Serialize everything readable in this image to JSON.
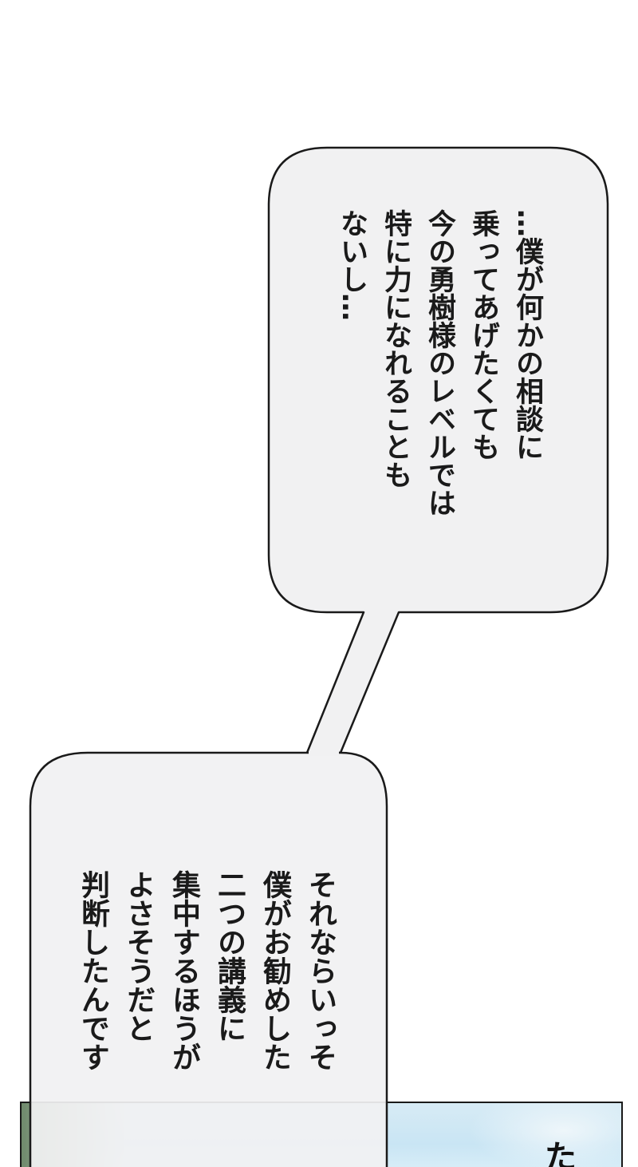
{
  "bubbles": [
    {
      "lines": [
        "…僕が何かの相談に",
        "乗ってあげたくても",
        "今の勇樹様のレベルでは",
        "特に力になれることも",
        "ないし…"
      ]
    },
    {
      "lines": [
        "それならいっそ",
        "僕がお勧めした",
        "二つの講義に",
        "集中するほうが",
        "よさそうだと",
        "判断したんです"
      ]
    }
  ],
  "next_panel": {
    "partial_text": "た"
  },
  "colors": {
    "bubble_fill": "#f1f1f2",
    "bubble_stroke": "#1a1a1a",
    "text": "#1a1a1a",
    "sky": "#c9e5f4"
  }
}
